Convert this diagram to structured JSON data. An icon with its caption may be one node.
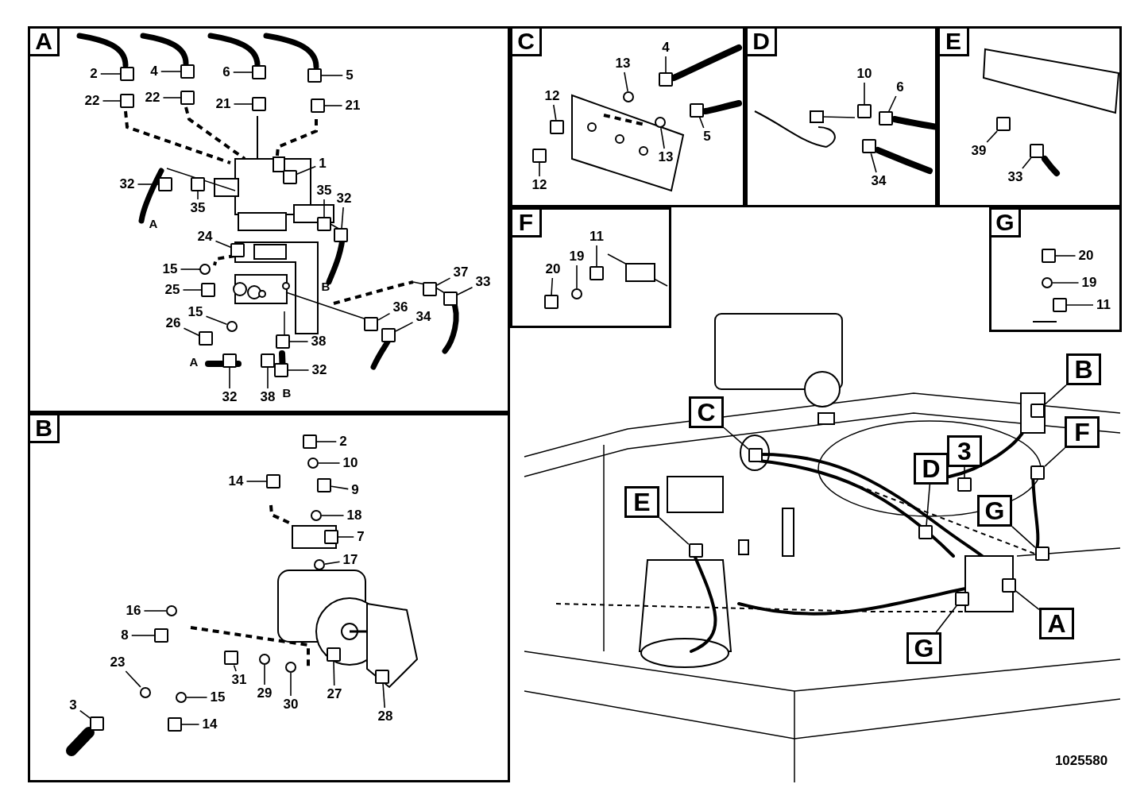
{
  "diagram": {
    "nodes": [
      {
        "text": [],
        "shape": "box"
      },
      {
        "text": [
          "A"
        ],
        "in": 0
      },
      {
        "text": [
          "2"
        ],
        "in": 0
      },
      {
        "text": [
          "4"
        ],
        "in": 0
      },
      {
        "text": [
          "6"
        ],
        "in": 0
      },
      {
        "text": [
          "5"
        ],
        "in": 0
      },
      {
        "text": [
          "22"
        ],
        "in": 0
      },
      {
        "text": [
          "22"
        ],
        "in": 0
      },
      {
        "text": [
          "21"
        ],
        "in": 0
      },
      {
        "text": [
          "21"
        ],
        "in": 0
      },
      {
        "text": [
          "1"
        ],
        "in": 0
      },
      {
        "text": [
          "32"
        ],
        "in": 0
      },
      {
        "text": [
          "35"
        ],
        "in": 0
      },
      {
        "text": [
          "35"
        ],
        "in": 0
      },
      {
        "text": [
          "32"
        ],
        "in": 0
      },
      {
        "text": [
          "24"
        ],
        "in": 0
      },
      {
        "text": [
          "15"
        ],
        "in": 0
      },
      {
        "text": [
          "25"
        ],
        "in": 0
      },
      {
        "text": [
          "15"
        ],
        "in": 0
      },
      {
        "text": [
          "26"
        ],
        "in": 0
      },
      {
        "text": [
          "37"
        ],
        "in": 0
      },
      {
        "text": [
          "33"
        ],
        "in": 0
      },
      {
        "text": [
          "36"
        ],
        "in": 0
      },
      {
        "text": [
          "34"
        ],
        "in": 0
      },
      {
        "text": [
          "38"
        ],
        "in": 0
      },
      {
        "text": [
          "32"
        ],
        "in": 0
      },
      {
        "text": [
          "32"
        ],
        "in": 0
      },
      {
        "text": [
          "38"
        ],
        "in": 0
      },
      {
        "text": [],
        "shape": "box"
      },
      {
        "text": [
          "B"
        ],
        "in": 28
      },
      {
        "text": [
          "2"
        ],
        "in": 28
      },
      {
        "text": [
          "10"
        ],
        "in": 28
      },
      {
        "text": [
          "14"
        ],
        "in": 28
      },
      {
        "text": [
          "9"
        ],
        "in": 28
      },
      {
        "text": [
          "18"
        ],
        "in": 28
      },
      {
        "text": [
          "7"
        ],
        "in": 28
      },
      {
        "text": [
          "17"
        ],
        "in": 28
      },
      {
        "text": [
          "16"
        ],
        "in": 28
      },
      {
        "text": [
          "8"
        ],
        "in": 28
      },
      {
        "text": [
          "23"
        ],
        "in": 28
      },
      {
        "text": [
          "31"
        ],
        "in": 28
      },
      {
        "text": [
          "29"
        ],
        "in": 28
      },
      {
        "text": [
          "30"
        ],
        "in": 28
      },
      {
        "text": [
          "27"
        ],
        "in": 28
      },
      {
        "text": [
          "28"
        ],
        "in": 28
      },
      {
        "text": [
          "15"
        ],
        "in": 28
      },
      {
        "text": [
          "3"
        ],
        "in": 28
      },
      {
        "text": [
          "14"
        ],
        "in": 28
      },
      {
        "text": [],
        "shape": "box"
      },
      {
        "text": [
          "C"
        ],
        "in": 48
      },
      {
        "text": [
          "4"
        ],
        "in": 48
      },
      {
        "text": [
          "13"
        ],
        "in": 48
      },
      {
        "text": [
          "12"
        ],
        "in": 48
      },
      {
        "text": [
          "13"
        ],
        "in": 48
      },
      {
        "text": [
          "5"
        ],
        "in": 48
      },
      {
        "text": [
          "12"
        ],
        "in": 48
      },
      {
        "text": [],
        "shape": "box"
      },
      {
        "text": [
          "D"
        ],
        "in": 56
      },
      {
        "text": [
          "10"
        ],
        "in": 56
      },
      {
        "text": [
          "6"
        ],
        "in": 56
      },
      {
        "text": [
          "34"
        ],
        "in": 56
      },
      {
        "text": [],
        "shape": "box"
      },
      {
        "text": [
          "E"
        ],
        "in": 61
      },
      {
        "text": [
          "39"
        ],
        "in": 61
      },
      {
        "text": [
          "33"
        ],
        "in": 61
      },
      {
        "text": [],
        "shape": "box"
      },
      {
        "text": [
          "F"
        ],
        "in": 65
      },
      {
        "text": [
          "11"
        ],
        "in": 65
      },
      {
        "text": [
          "19"
        ],
        "in": 65
      },
      {
        "text": [
          "20"
        ],
        "in": 65
      },
      {
        "text": [],
        "shape": "box"
      },
      {
        "text": [
          "G"
        ],
        "in": 70
      },
      {
        "text": [
          "20"
        ],
        "in": 70
      },
      {
        "text": [
          "19"
        ],
        "in": 70
      },
      {
        "text": [
          "11"
        ],
        "in": 70
      },
      {
        "text": [
          "C"
        ]
      },
      {
        "text": [
          "E"
        ]
      },
      {
        "text": [
          "D"
        ]
      },
      {
        "text": [
          "3"
        ]
      },
      {
        "text": [
          "B"
        ]
      },
      {
        "text": [
          "F"
        ]
      },
      {
        "text": [
          "G"
        ]
      },
      {
        "text": [
          "A"
        ]
      },
      {
        "text": [
          "G"
        ]
      },
      {
        "text": [],
        "shape": "box",
        "in": 0
      },
      {
        "text": [],
        "shape": "box",
        "in": 0
      },
      {
        "text": [],
        "shape": "box",
        "in": 0
      },
      {
        "text": [],
        "shape": "box",
        "in": 0
      },
      {
        "text": [],
        "shape": "box",
        "in": 0
      },
      {
        "text": [],
        "shape": "box",
        "in": 0
      },
      {
        "text": [],
        "shape": "box",
        "in": 0
      },
      {
        "text": [],
        "shape": "box",
        "in": 0
      },
      {
        "text": [],
        "shape": "box",
        "in": 0
      },
      {
        "text": [],
        "shape": "box",
        "in": 0
      },
      {
        "text": [],
        "shape": "box",
        "in": 0
      },
      {
        "text": [],
        "shape": "box",
        "in": 0
      },
      {
        "text": [],
        "shape": "box",
        "in": 0
      },
      {
        "text": [],
        "shape": "box",
        "in": 0
      },
      {
        "text": [],
        "shape": "circle",
        "in": 0
      },
      {
        "text": [],
        "shape": "box",
        "in": 0
      },
      {
        "text": [],
        "shape": "circle",
        "in": 0
      },
      {
        "text": [],
        "shape": "box",
        "in": 0
      },
      {
        "text": [],
        "shape": "box",
        "in": 0
      },
      {
        "text": [],
        "shape": "box",
        "in": 0
      },
      {
        "text": [],
        "shape": "box",
        "in": 0
      },
      {
        "text": [],
        "shape": "box",
        "in": 0
      },
      {
        "text": [],
        "shape": "box",
        "in": 0
      },
      {
        "text": [],
        "shape": "box",
        "in": 0
      },
      {
        "text": [],
        "shape": "box",
        "in": 0
      },
      {
        "text": [],
        "shape": "box",
        "in": 0
      },
      {
        "text": [],
        "shape": "box",
        "in": 28
      },
      {
        "text": [],
        "shape": "circle",
        "in": 28
      },
      {
        "text": [],
        "shape": "box",
        "in": 28
      },
      {
        "text": [],
        "shape": "box",
        "in": 28
      },
      {
        "text": [],
        "shape": "circle",
        "in": 28
      },
      {
        "text": [],
        "shape": "box",
        "in": 28
      },
      {
        "text": [],
        "shape": "circle",
        "in": 28
      },
      {
        "text": [],
        "shape": "circle",
        "in": 28
      },
      {
        "text": [],
        "shape": "box",
        "in": 28
      },
      {
        "text": [],
        "shape": "circle",
        "in": 28
      },
      {
        "text": [],
        "shape": "box",
        "in": 28
      },
      {
        "text": [],
        "shape": "circle",
        "in": 28
      },
      {
        "text": [],
        "shape": "circle",
        "in": 28
      },
      {
        "text": [],
        "shape": "box",
        "in": 28
      },
      {
        "text": [],
        "shape": "box",
        "in": 28
      },
      {
        "text": [],
        "shape": "circle",
        "in": 28
      },
      {
        "text": [],
        "shape": "box",
        "in": 28
      },
      {
        "text": [],
        "shape": "box",
        "in": 28
      },
      {
        "text": [],
        "shape": "box",
        "in": 48
      },
      {
        "text": [],
        "shape": "circle",
        "in": 48
      },
      {
        "text": [],
        "shape": "box",
        "in": 48
      },
      {
        "text": [],
        "shape": "circle",
        "in": 48
      },
      {
        "text": [],
        "shape": "box",
        "in": 48
      },
      {
        "text": [],
        "shape": "box",
        "in": 48
      },
      {
        "text": [],
        "shape": "box",
        "in": 56
      },
      {
        "text": [],
        "shape": "box",
        "in": 56
      },
      {
        "text": [],
        "shape": "box",
        "in": 56
      },
      {
        "text": [],
        "shape": "box",
        "in": 61
      },
      {
        "text": [],
        "shape": "box",
        "in": 61
      },
      {
        "text": [],
        "shape": "box",
        "in": 65
      },
      {
        "text": [],
        "shape": "circle",
        "in": 65
      },
      {
        "text": [],
        "shape": "box",
        "in": 65
      },
      {
        "text": [],
        "shape": "box",
        "in": 70
      },
      {
        "text": [],
        "shape": "circle",
        "in": 70
      },
      {
        "text": [],
        "shape": "box",
        "in": 70
      },
      {
        "text": [],
        "shape": "box"
      },
      {
        "text": [],
        "shape": "box"
      },
      {
        "text": [],
        "shape": "box"
      },
      {
        "text": [],
        "shape": "box"
      },
      {
        "text": [],
        "shape": "box"
      },
      {
        "text": [],
        "shape": "box"
      },
      {
        "text": [],
        "shape": "box"
      },
      {
        "text": [],
        "shape": "box"
      },
      {
        "text": [],
        "shape": "box"
      }
    ],
    "edges": [
      {
        "from": 2,
        "to": 84,
        "arrow": "none"
      },
      {
        "from": 3,
        "to": 85,
        "arrow": "none"
      },
      {
        "from": 4,
        "to": 86,
        "arrow": "none"
      },
      {
        "from": 5,
        "to": 87,
        "arrow": "none"
      },
      {
        "from": 6,
        "to": 88,
        "arrow": "none"
      },
      {
        "from": 7,
        "to": 89,
        "arrow": "none"
      },
      {
        "from": 8,
        "to": 90,
        "arrow": "none"
      },
      {
        "from": 9,
        "to": 91,
        "arrow": "none"
      },
      {
        "from": 10,
        "to": 92,
        "arrow": "none"
      },
      {
        "from": 11,
        "to": 93,
        "arrow": "none"
      },
      {
        "from": 12,
        "to": 94,
        "arrow": "none"
      },
      {
        "from": 13,
        "to": 95,
        "arrow": "none"
      },
      {
        "from": 14,
        "to": 96,
        "arrow": "none"
      },
      {
        "from": 15,
        "to": 97,
        "arrow": "none"
      },
      {
        "from": 16,
        "to": 98,
        "arrow": "none"
      },
      {
        "from": 17,
        "to": 99,
        "arrow": "none"
      },
      {
        "from": 18,
        "to": 100,
        "arrow": "none"
      },
      {
        "from": 19,
        "to": 101,
        "arrow": "none"
      },
      {
        "from": 20,
        "to": 102,
        "arrow": "none"
      },
      {
        "from": 21,
        "to": 103,
        "arrow": "none"
      },
      {
        "from": 22,
        "to": 104,
        "arrow": "none"
      },
      {
        "from": 23,
        "to": 105,
        "arrow": "none"
      },
      {
        "from": 24,
        "to": 106,
        "arrow": "none"
      },
      {
        "from": 25,
        "to": 107,
        "arrow": "none"
      },
      {
        "from": 26,
        "to": 108,
        "arrow": "none"
      },
      {
        "from": 27,
        "to": 109,
        "arrow": "none"
      },
      {
        "from": 30,
        "to": 110,
        "arrow": "none"
      },
      {
        "from": 31,
        "to": 111,
        "arrow": "none"
      },
      {
        "from": 32,
        "to": 112,
        "arrow": "none"
      },
      {
        "from": 33,
        "to": 113,
        "arrow": "none"
      },
      {
        "from": 34,
        "to": 114,
        "arrow": "none"
      },
      {
        "from": 35,
        "to": 115,
        "arrow": "none"
      },
      {
        "from": 36,
        "to": 116,
        "arrow": "none"
      },
      {
        "from": 37,
        "to": 117,
        "arrow": "none"
      },
      {
        "from": 38,
        "to": 118,
        "arrow": "none"
      },
      {
        "from": 39,
        "to": 119,
        "arrow": "none"
      },
      {
        "from": 40,
        "to": 120,
        "arrow": "none"
      },
      {
        "from": 41,
        "to": 121,
        "arrow": "none"
      },
      {
        "from": 42,
        "to": 122,
        "arrow": "none"
      },
      {
        "from": 43,
        "to": 123,
        "arrow": "none"
      },
      {
        "from": 44,
        "to": 124,
        "arrow": "none"
      },
      {
        "from": 45,
        "to": 125,
        "arrow": "none"
      },
      {
        "from": 46,
        "to": 126,
        "arrow": "none"
      },
      {
        "from": 47,
        "to": 127,
        "arrow": "none"
      },
      {
        "from": 50,
        "to": 128,
        "arrow": "none"
      },
      {
        "from": 51,
        "to": 129,
        "arrow": "none"
      },
      {
        "from": 52,
        "to": 130,
        "arrow": "none"
      },
      {
        "from": 53,
        "to": 131,
        "arrow": "none"
      },
      {
        "from": 54,
        "to": 132,
        "arrow": "none"
      },
      {
        "from": 55,
        "to": 133,
        "arrow": "none"
      },
      {
        "from": 58,
        "to": 134,
        "arrow": "none"
      },
      {
        "from": 59,
        "to": 135,
        "arrow": "none"
      },
      {
        "from": 60,
        "to": 136,
        "arrow": "none"
      },
      {
        "from": 63,
        "to": 137,
        "arrow": "none"
      },
      {
        "from": 64,
        "to": 138,
        "arrow": "none"
      },
      {
        "from": 67,
        "to": 139,
        "arrow": "none"
      },
      {
        "from": 68,
        "to": 140,
        "arrow": "none"
      },
      {
        "from": 69,
        "to": 141,
        "arrow": "none"
      },
      {
        "from": 72,
        "to": 142,
        "arrow": "none"
      },
      {
        "from": 73,
        "to": 143,
        "arrow": "none"
      },
      {
        "from": 74,
        "to": 144,
        "arrow": "none"
      },
      {
        "from": 75,
        "to": 145,
        "arrow": "none"
      },
      {
        "from": 76,
        "to": 146,
        "arrow": "none"
      },
      {
        "from": 77,
        "to": 147,
        "arrow": "none"
      },
      {
        "from": 78,
        "to": 148,
        "arrow": "none"
      },
      {
        "from": 79,
        "to": 149,
        "arrow": "none"
      },
      {
        "from": 80,
        "to": 150,
        "arrow": "none"
      },
      {
        "from": 81,
        "to": 151,
        "arrow": "none"
      },
      {
        "from": 82,
        "to": 152,
        "arrow": "none"
      },
      {
        "from": 83,
        "to": 153,
        "arrow": "none"
      }
    ],
    "labels": [
      "A",
      "B",
      "A",
      "B",
      "1025580"
    ]
  }
}
